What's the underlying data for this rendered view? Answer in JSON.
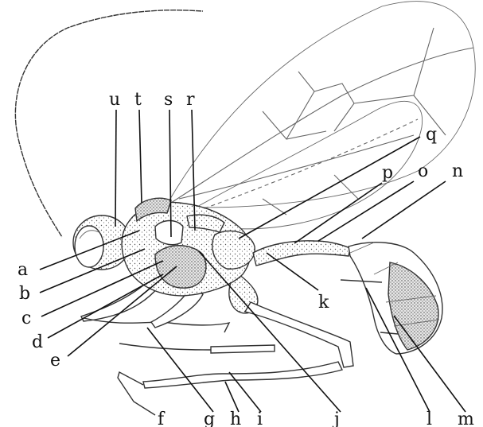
{
  "labels": {
    "a": "a",
    "b": "b",
    "c": "c",
    "d": "d",
    "e": "e",
    "f": "f",
    "g": "g",
    "h": "h",
    "i": "i",
    "j": "j",
    "k": "k",
    "l": "l",
    "m": "m",
    "n": "n",
    "o": "o",
    "p": "p",
    "q": "q",
    "r": "r",
    "s": "s",
    "t": "t",
    "u": "u"
  },
  "colors": {
    "background": "#ffffff",
    "ink": "#111111",
    "body_shading": "#d9d9d9",
    "wing_vein": "#666666"
  }
}
